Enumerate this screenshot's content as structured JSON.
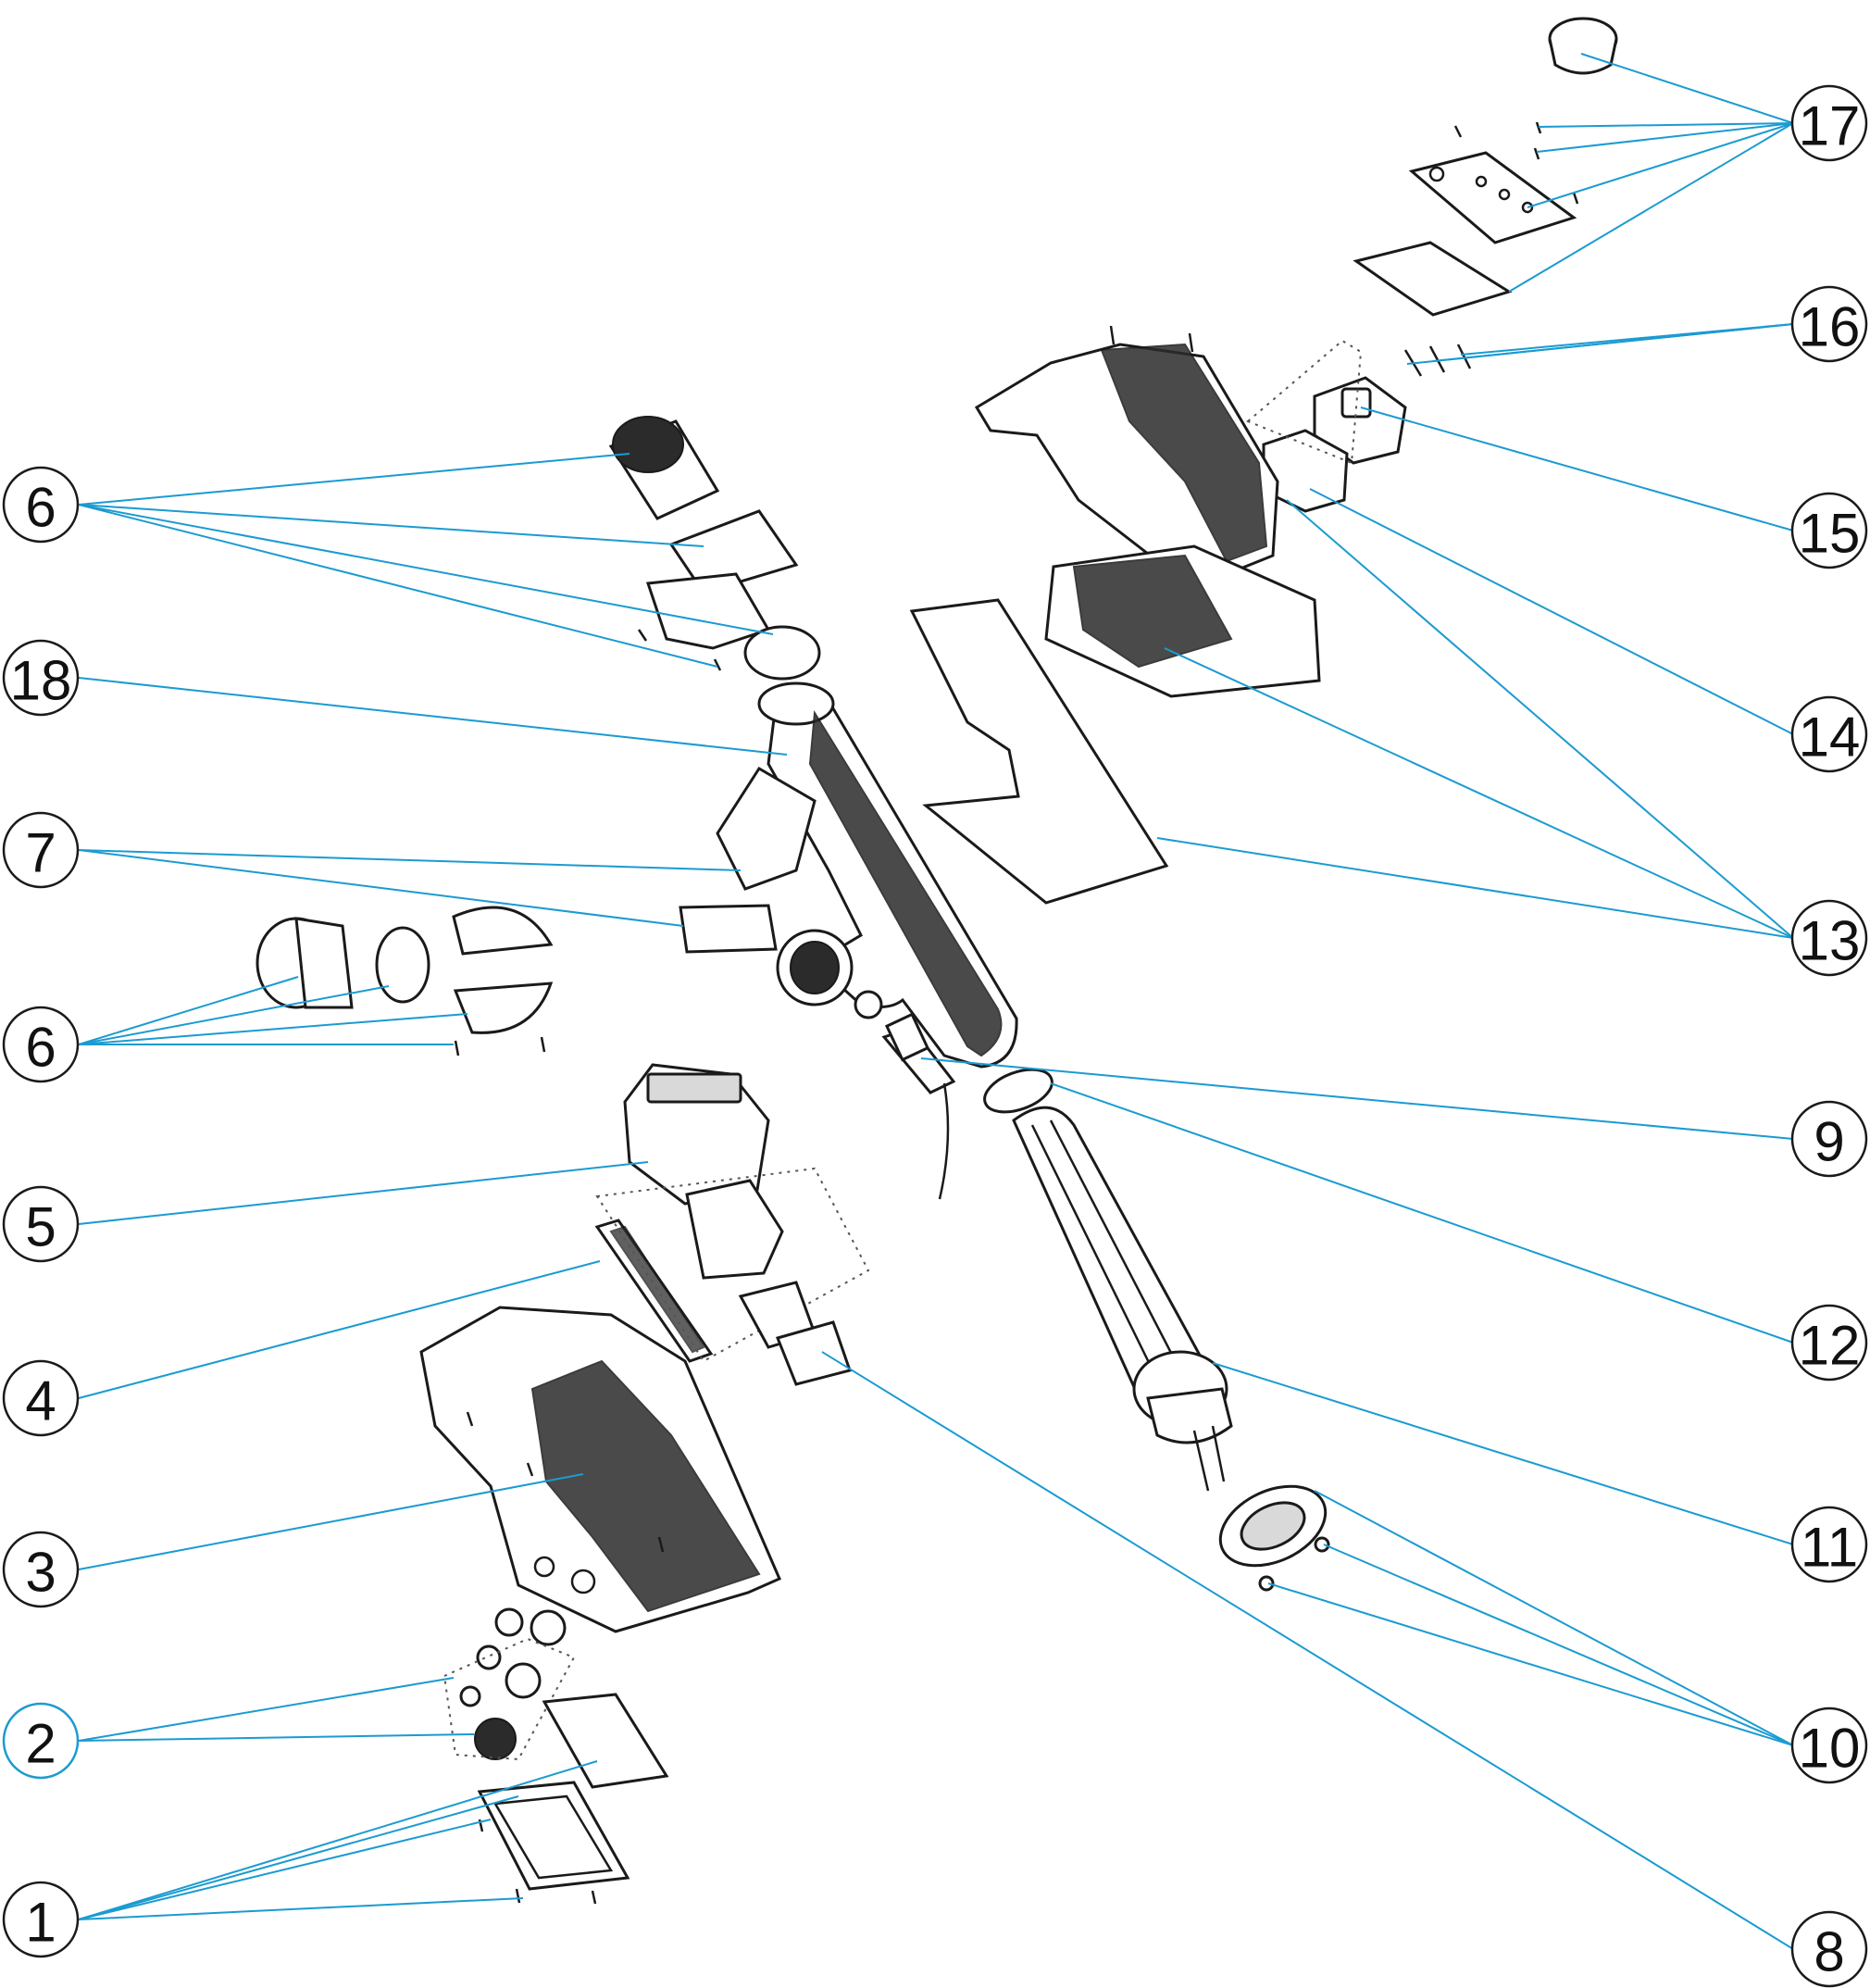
{
  "diagram": {
    "callouts": [
      {
        "id": "1",
        "number": "1"
      },
      {
        "id": "2",
        "number": "2"
      },
      {
        "id": "3",
        "number": "3"
      },
      {
        "id": "4",
        "number": "4"
      },
      {
        "id": "5",
        "number": "5"
      },
      {
        "id": "6a",
        "number": "6"
      },
      {
        "id": "6b",
        "number": "6"
      },
      {
        "id": "7",
        "number": "7"
      },
      {
        "id": "8",
        "number": "8"
      },
      {
        "id": "9",
        "number": "9"
      },
      {
        "id": "10",
        "number": "10"
      },
      {
        "id": "11",
        "number": "11"
      },
      {
        "id": "12",
        "number": "12"
      },
      {
        "id": "13",
        "number": "13"
      },
      {
        "id": "14",
        "number": "14"
      },
      {
        "id": "15",
        "number": "15"
      },
      {
        "id": "16",
        "number": "16"
      },
      {
        "id": "17",
        "number": "17"
      },
      {
        "id": "18",
        "number": "18"
      }
    ],
    "colors": {
      "leader": "#1b9bd1",
      "outline": "#1a1a1a",
      "fill": "#ffffff",
      "shade": "#2b2b2b"
    }
  }
}
